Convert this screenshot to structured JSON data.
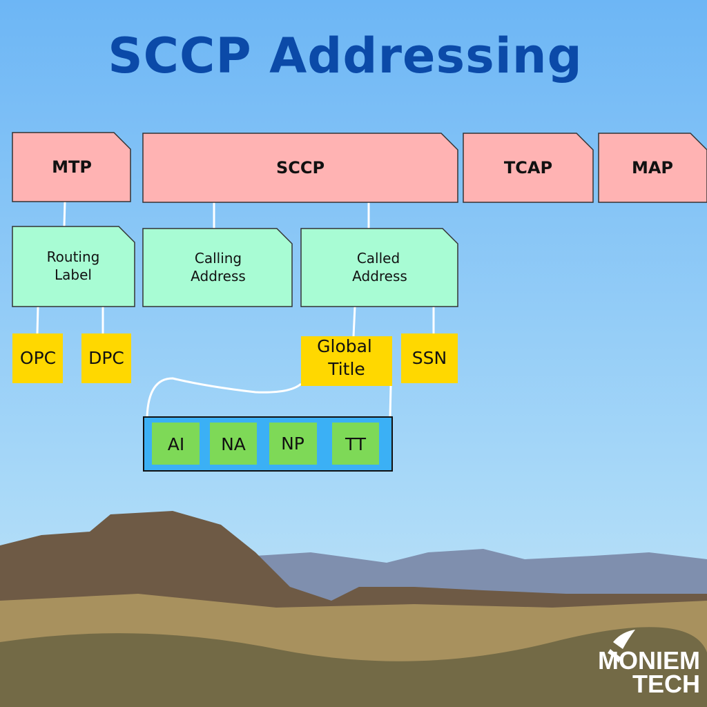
{
  "title": "SCCP Addressing",
  "layers": {
    "mtp": "MTP",
    "sccp": "SCCP",
    "tcap": "TCAP",
    "map": "MAP"
  },
  "sub": {
    "routing_1": "Routing",
    "routing_2": "Label",
    "calling_1": "Calling",
    "calling_2": "Address",
    "called_1": "Called",
    "called_2": "Address"
  },
  "fields": {
    "opc": "OPC",
    "dpc": "DPC",
    "gt_1": "Global",
    "gt_2": "Title",
    "ssn": "SSN"
  },
  "gt_parts": {
    "ai": "AI",
    "na": "NA",
    "np": "NP",
    "tt": "TT"
  },
  "logo": {
    "line1": "MONIEM",
    "line2": "TECH"
  },
  "colors": {
    "layer": "#ffb3b3",
    "sub": "#a8fcd4",
    "field": "#ffd800",
    "gt_container": "#3bb0f5",
    "gt_part": "#7ed957",
    "title": "#0b4aa8"
  }
}
